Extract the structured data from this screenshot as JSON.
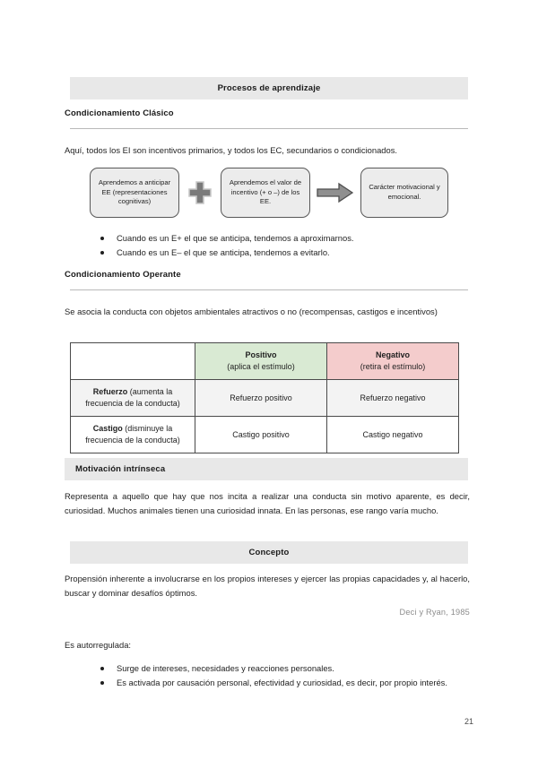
{
  "document": {
    "title_banner": "Procesos de aprendizaje",
    "page_number": "21"
  },
  "sections": {
    "clasico": {
      "heading": "Condicionamiento Clásico",
      "intro": "Aquí, todos los EI son incentivos primarios, y todos los EC, secundarios o condicionados.",
      "diagram": {
        "box1": "Aprendemos a anticipar EE (representaciones cognitivas)",
        "connector1": "plus-icon",
        "box2": "Aprendemos el valor de incentivo (+ o –) de los EE.",
        "connector2": "arrow-right-icon",
        "box3": "Carácter motivacional y emocional."
      },
      "bullets": [
        "Cuando es un E+ el que se anticipa, tendemos a aproximarnos.",
        "Cuando es un E– el que se anticipa, tendemos a evitarlo."
      ]
    },
    "operante": {
      "heading": "Condicionamiento Operante",
      "intro": "Se asocia la conducta con objetos ambientales atractivos o no (recompensas, castigos e incentivos)",
      "table": {
        "corner": "",
        "columns": [
          {
            "title": "Positivo",
            "subtitle": "(aplica el estímulo)",
            "color": "#d9ead3"
          },
          {
            "title": "Negativo",
            "subtitle": "(retira el estímulo)",
            "color": "#f4cccc"
          }
        ],
        "rows": [
          {
            "head_strong": "Refuerzo",
            "head_rest": "(aumenta la frecuencia de la conducta)",
            "cells": [
              "Refuerzo positivo",
              "Refuerzo negativo"
            ]
          },
          {
            "head_strong": "Castigo",
            "head_rest": "(disminuye la frecuencia de la conducta)",
            "cells": [
              "Castigo positivo",
              "Castigo negativo"
            ]
          }
        ]
      }
    },
    "motivacion": {
      "banner": "Motivación intrínseca",
      "paragraph": "Representa a aquello que hay que nos incita a realizar una conducta sin motivo aparente, es decir, curiosidad. Muchos animales tienen una curiosidad innata. En las personas, ese rango varía mucho.",
      "concept_banner": "Concepto",
      "concept_text": "Propensión inherente a involucrarse en los propios intereses y ejercer las propias capacidades y, al hacerlo, buscar y dominar desafíos óptimos.",
      "citation": "Deci y Ryan, 1985",
      "autoreg_lead": "Es autorregulada:",
      "autoreg_bullets": [
        "Surge de intereses, necesidades y reacciones personales.",
        "Es activada por causación personal, efectividad y curiosidad, es decir, por propio interés."
      ]
    }
  }
}
